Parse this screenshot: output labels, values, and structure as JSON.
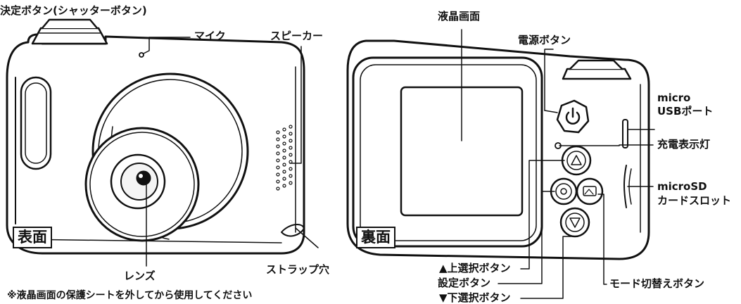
{
  "front": {
    "box_label": "表面",
    "shutter_label": "決定ボタン(シャッターボタン)",
    "mic_label": "マイク",
    "speaker_label": "スピーカー",
    "lens_label": "レンズ",
    "strap_label": "ストラップ穴"
  },
  "back": {
    "box_label": "裏面",
    "lcd_label": "液晶画面",
    "power_label": "電源ボタン",
    "usb_label_line1": "micro",
    "usb_label_line2": "USBポート",
    "charge_label": "充電表示灯",
    "sd_label_line1": "microSD",
    "sd_label_line2": "カードスロット",
    "up_label": "▲上選択ボタン",
    "set_label": "設定ボタン",
    "down_label": "▼下選択ボタン",
    "mode_label": "モード切替えボタン"
  },
  "footnote": "※液晶画面の保護シートを外してから使用してください"
}
